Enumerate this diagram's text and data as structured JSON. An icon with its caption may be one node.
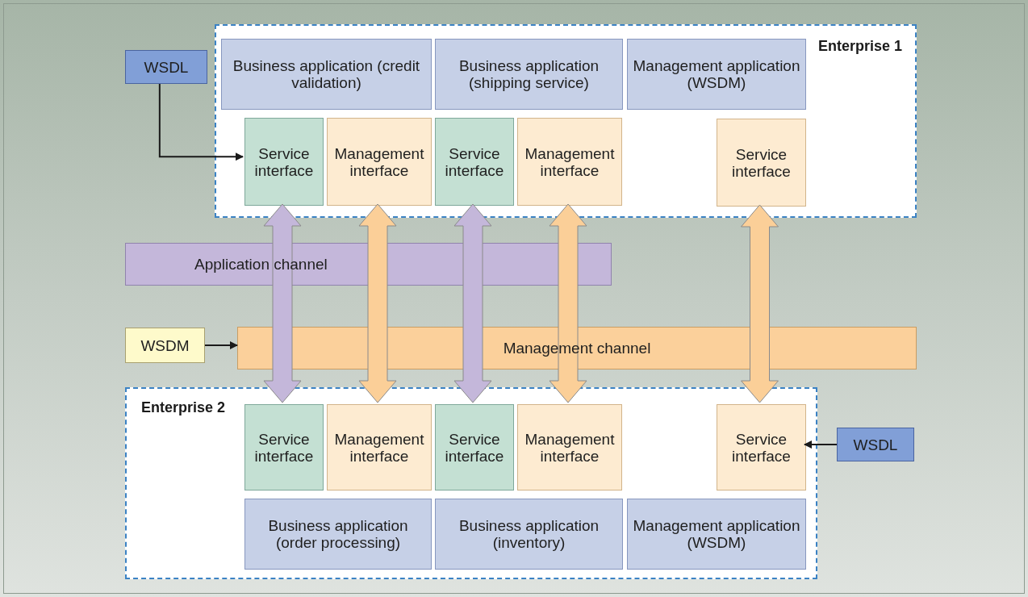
{
  "diagram": {
    "nodes": [
      {
        "text": [
          "Enterprise 1"
        ]
      },
      {
        "text": [
          "Business application (credit validation)"
        ],
        "in": 0
      },
      {
        "text": [
          "Business application (shipping service)"
        ],
        "in": 0
      },
      {
        "text": [
          "Management application (WSDM)"
        ],
        "in": 0
      },
      {
        "text": [
          "Service interface"
        ],
        "in": 0
      },
      {
        "text": [
          "Management interface"
        ],
        "in": 0
      },
      {
        "text": [
          "Service interface"
        ],
        "in": 0
      },
      {
        "text": [
          "Management interface"
        ],
        "in": 0
      },
      {
        "text": [
          "Service interface"
        ],
        "in": 0
      },
      {
        "text": [
          "WSDL"
        ]
      },
      {
        "text": [
          "Application channel"
        ]
      },
      {
        "text": [
          "WSDM"
        ]
      },
      {
        "text": [
          "Management channel"
        ]
      },
      {
        "text": [
          "Enterprise 2"
        ]
      },
      {
        "text": [
          "Service interface"
        ],
        "in": 13
      },
      {
        "text": [
          "Management interface"
        ],
        "in": 13
      },
      {
        "text": [
          "Service interface"
        ],
        "in": 13
      },
      {
        "text": [
          "Management interface"
        ],
        "in": 13
      },
      {
        "text": [
          "Service interface"
        ],
        "in": 13
      },
      {
        "text": [
          "Business application (order processing)"
        ],
        "in": 13
      },
      {
        "text": [
          "Business application (inventory)"
        ],
        "in": 13
      },
      {
        "text": [
          "Management application (WSDM)"
        ],
        "in": 13
      },
      {
        "text": [
          "WSDL"
        ]
      }
    ],
    "edges": [
      {
        "from": 9,
        "to": 4,
        "arrow": "to",
        "color": "#1a1a1a"
      },
      {
        "from": 11,
        "to": 12,
        "arrow": "to",
        "color": "#1a1a1a"
      },
      {
        "from": 22,
        "to": 18,
        "arrow": "to",
        "color": "#1a1a1a"
      },
      {
        "from": 4,
        "to": 14,
        "arrow": "both",
        "style": "thick",
        "color": "#c4b7da"
      },
      {
        "from": 5,
        "to": 15,
        "arrow": "both",
        "style": "thick"
      },
      {
        "from": 6,
        "to": 16,
        "arrow": "both",
        "style": "thick",
        "color": "#c4b7da"
      },
      {
        "from": 7,
        "to": 17,
        "arrow": "both",
        "style": "thick"
      },
      {
        "from": 8,
        "to": 18,
        "arrow": "both",
        "style": "thick"
      }
    ]
  }
}
